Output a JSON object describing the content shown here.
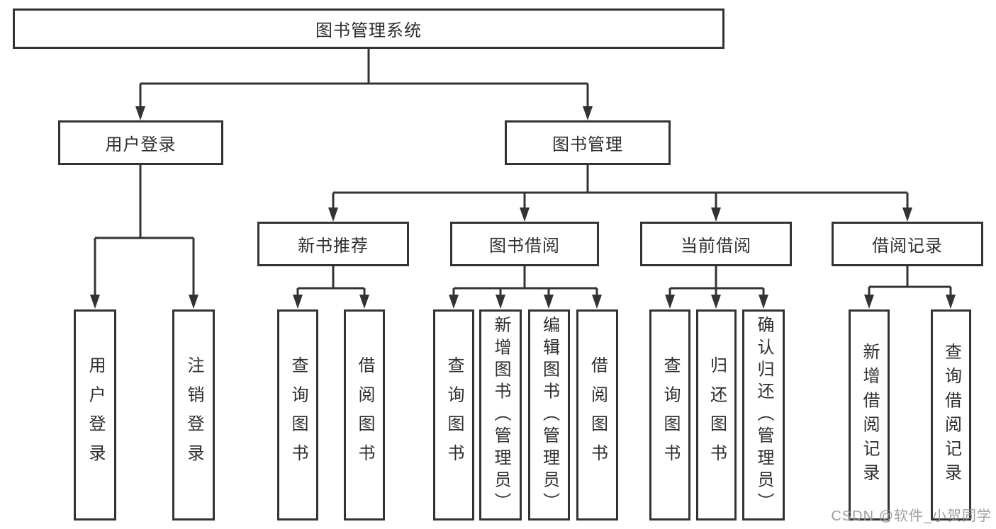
{
  "tree": {
    "label": "图书管理系统",
    "children": [
      {
        "label": "用户登录",
        "children": [
          {
            "label": "用户登录"
          },
          {
            "label": "注销登录"
          }
        ]
      },
      {
        "label": "图书管理",
        "children": [
          {
            "label": "新书推荐",
            "children": [
              {
                "label": "查询图书"
              },
              {
                "label": "借阅图书"
              }
            ]
          },
          {
            "label": "图书借阅",
            "children": [
              {
                "label": "查询图书"
              },
              {
                "label": "新增图书（管理员）"
              },
              {
                "label": "编辑图书（管理员）"
              },
              {
                "label": "借阅图书"
              }
            ]
          },
          {
            "label": "当前借阅",
            "children": [
              {
                "label": "查询图书"
              },
              {
                "label": "归还图书"
              },
              {
                "label": "确认归还（管理员）"
              }
            ]
          },
          {
            "label": "借阅记录",
            "children": [
              {
                "label": "新增借阅记录"
              },
              {
                "label": "查询借阅记录"
              }
            ]
          }
        ]
      }
    ]
  },
  "watermark": {
    "text": "CSDN @软件_小贺同学"
  },
  "colors": {
    "line": "#333333",
    "box_border": "#333333",
    "text": "#2e2e2e",
    "background": "#ffffff",
    "watermark": "#949494"
  }
}
